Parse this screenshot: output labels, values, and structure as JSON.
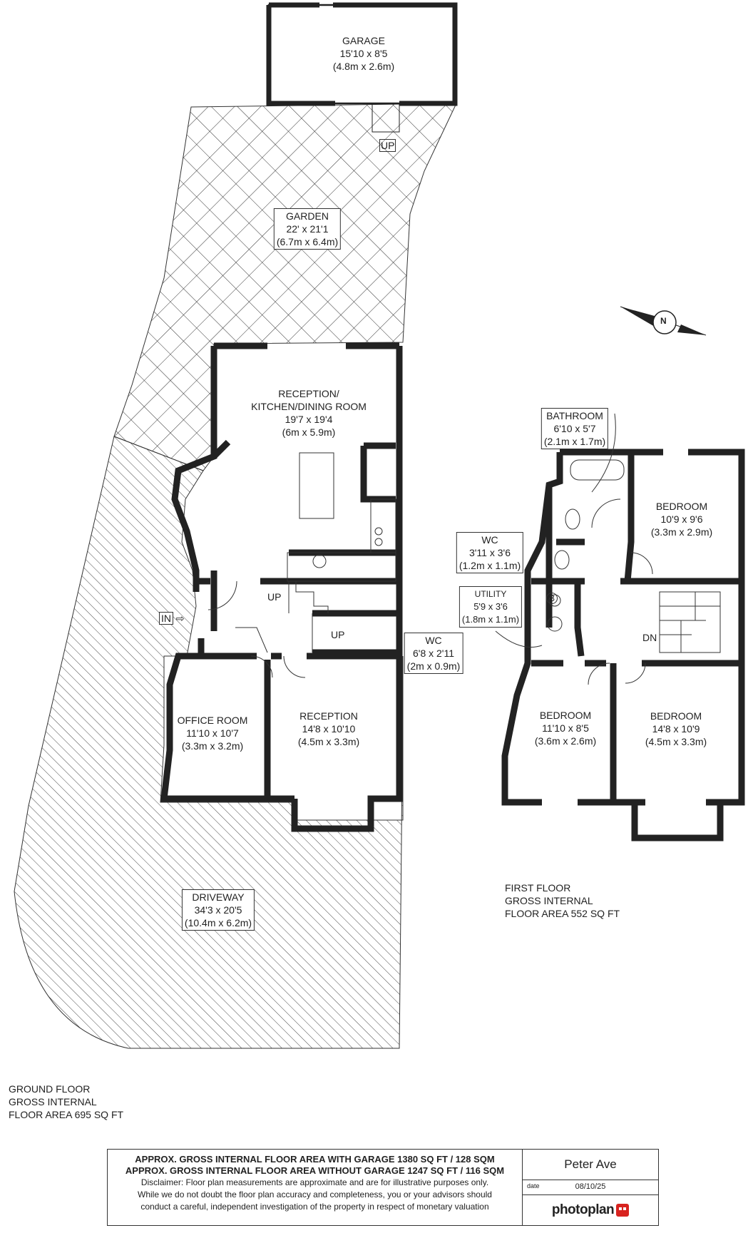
{
  "rooms": {
    "garage": {
      "name": "GARAGE",
      "size": "15'10 x 8'5",
      "metric": "(4.8m x 2.6m)"
    },
    "garden": {
      "name": "GARDEN",
      "size": "22' x 21'1",
      "metric": "(6.7m x 6.4m)"
    },
    "kitchen": {
      "name1": "RECEPTION/",
      "name2": "KITCHEN/DINING ROOM",
      "size": "19'7 x 19'4",
      "metric": "(6m x 5.9m)"
    },
    "office": {
      "name": "OFFICE ROOM",
      "size": "11'10 x 10'7",
      "metric": "(3.3m x 3.2m)"
    },
    "reception": {
      "name": "RECEPTION",
      "size": "14'8 x 10'10",
      "metric": "(4.5m x 3.3m)"
    },
    "wc_ground": {
      "name": "WC",
      "size": "6'8 x 2'11",
      "metric": "(2m x 0.9m)"
    },
    "driveway": {
      "name": "DRIVEWAY",
      "size": "34'3 x 20'5",
      "metric": "(10.4m x 6.2m)"
    },
    "bathroom": {
      "name": "BATHROOM",
      "size": "6'10 x 5'7",
      "metric": "(2.1m x 1.7m)"
    },
    "bedroom_back": {
      "name": "BEDROOM",
      "size": "10'9 x 9'6",
      "metric": "(3.3m x 2.9m)"
    },
    "wc_first": {
      "name": "WC",
      "size": "3'11 x 3'6",
      "metric": "(1.2m x 1.1m)"
    },
    "utility": {
      "name": "UTILITY",
      "size": "5'9 x 3'6",
      "metric": "(1.8m x 1.1m)"
    },
    "bedroom_left": {
      "name": "BEDROOM",
      "size": "11'10 x 8'5",
      "metric": "(3.6m x 2.6m)"
    },
    "bedroom_right": {
      "name": "BEDROOM",
      "size": "14'8 x 10'9",
      "metric": "(4.5m x 3.3m)"
    }
  },
  "markers": {
    "up_garage": "UP",
    "up_stairs": "UP",
    "up_wc": "UP",
    "in": "IN",
    "dn": "DN",
    "boiler": "B",
    "compass": "N"
  },
  "floors": {
    "ground": {
      "line1": "GROUND FLOOR",
      "line2": "GROSS INTERNAL",
      "line3": "FLOOR AREA 695 SQ FT"
    },
    "first": {
      "line1": "FIRST FLOOR",
      "line2": "GROSS INTERNAL",
      "line3": "FLOOR AREA 552 SQ FT"
    }
  },
  "footer": {
    "area_with_garage": "APPROX. GROSS INTERNAL FLOOR AREA WITH GARAGE 1380 SQ FT / 128 SQM",
    "area_without_garage": "APPROX. GROSS INTERNAL FLOOR AREA WITHOUT GARAGE 1247 SQ FT / 116 SQM",
    "disclaimer_1": "Disclaimer: Floor plan measurements are approximate and are for illustrative purposes only.",
    "disclaimer_2": "While we do not doubt the floor plan accuracy and completeness, you or your advisors should",
    "disclaimer_3": "conduct a careful, independent investigation of the property in respect of monetary valuation",
    "property": "Peter Ave",
    "date_label": "date",
    "date": "08/10/25",
    "brand": "photoplan"
  },
  "colors": {
    "wall": "#222222",
    "hatch": "#333333",
    "brand": "#d8231f"
  }
}
